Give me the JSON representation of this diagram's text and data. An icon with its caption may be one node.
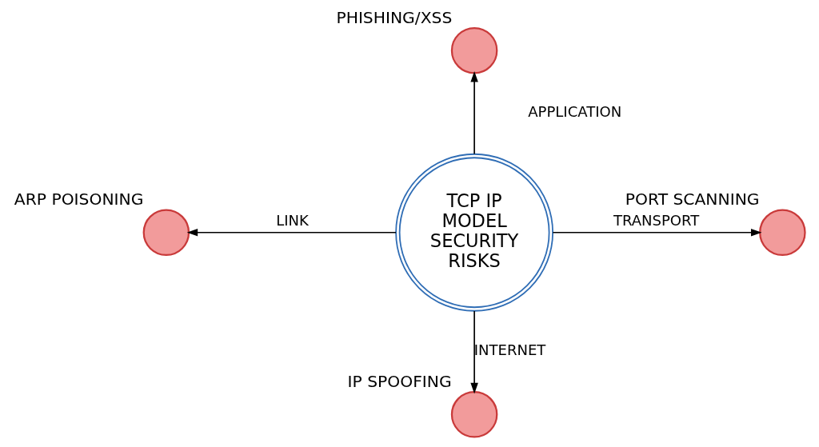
{
  "diagram": {
    "nodes": [
      {
        "text": [],
        "shape": "circle",
        "beside": [
          "PHISHING/XSS"
        ]
      },
      {
        "text": [],
        "shape": "circle",
        "beside": [
          "ARP POISONING"
        ]
      },
      {
        "text": [
          "TCP IP MODEL SECURITY RISKS"
        ]
      },
      {
        "text": [],
        "shape": "circle",
        "beside": [
          "PORT SCANNING"
        ]
      },
      {
        "text": [],
        "shape": "circle",
        "beside": [
          "IP SPOOFING"
        ]
      }
    ],
    "edges": [
      {
        "from": 2,
        "to": 0,
        "arrow": "to",
        "label": "APPLICATION"
      },
      {
        "from": 2,
        "to": 1,
        "arrow": "to",
        "label": "LINK"
      },
      {
        "from": 2,
        "to": 3,
        "arrow": "to",
        "label": "TRANSPORT"
      },
      {
        "from": 2,
        "to": 4,
        "arrow": "to",
        "label": "INTERNET"
      }
    ]
  }
}
